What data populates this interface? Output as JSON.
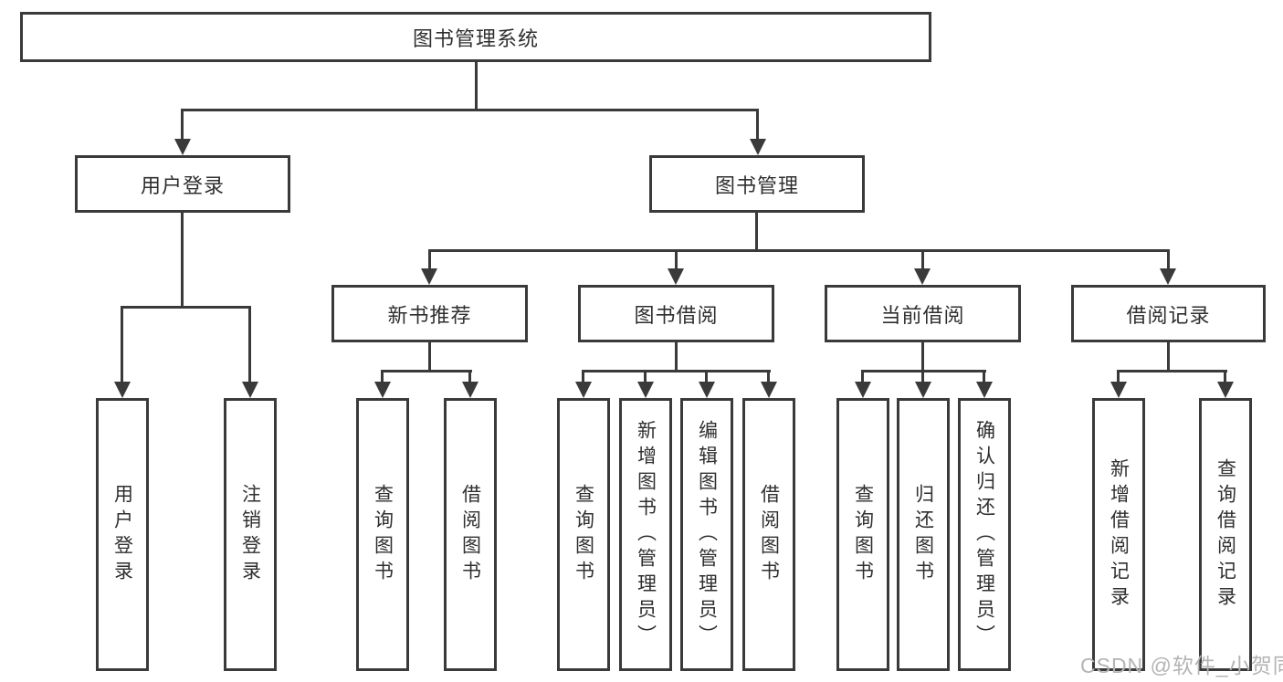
{
  "watermark": "CSDN @软件_小贺同学",
  "colors": {
    "line": "#3a3a3a",
    "text": "#2f2f2f",
    "watermark_text": "#b4b4b4",
    "background": "#ffffff"
  },
  "tree": {
    "label": "图书管理系统",
    "children": [
      {
        "label": "用户登录",
        "children": [
          {
            "label": "用户登录"
          },
          {
            "label": "注销登录"
          }
        ]
      },
      {
        "label": "图书管理",
        "children": [
          {
            "label": "新书推荐",
            "children": [
              {
                "label": "查询图书"
              },
              {
                "label": "借阅图书"
              }
            ]
          },
          {
            "label": "图书借阅",
            "children": [
              {
                "label": "查询图书"
              },
              {
                "label": "新增图书（管理员）"
              },
              {
                "label": "编辑图书（管理员）"
              },
              {
                "label": "借阅图书"
              }
            ]
          },
          {
            "label": "当前借阅",
            "children": [
              {
                "label": "查询图书"
              },
              {
                "label": "归还图书"
              },
              {
                "label": "确认归还（管理员）"
              }
            ]
          },
          {
            "label": "借阅记录",
            "children": [
              {
                "label": "新增借阅记录"
              },
              {
                "label": "查询借阅记录"
              }
            ]
          }
        ]
      }
    ]
  }
}
